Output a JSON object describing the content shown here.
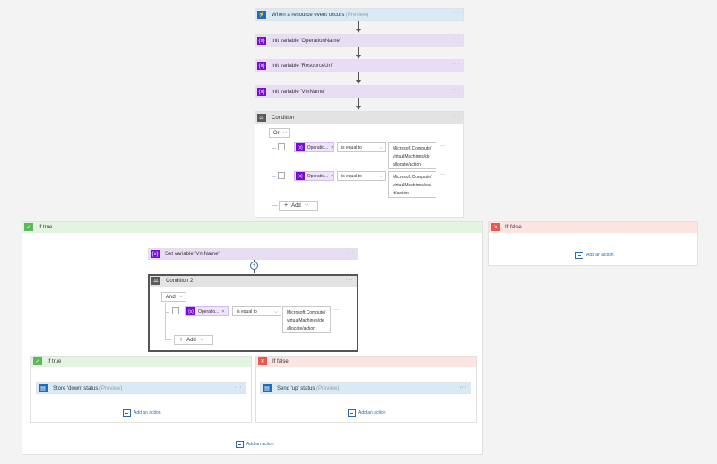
{
  "trigger": {
    "title": "When a resource event occurs",
    "badge": "(Preview)",
    "icon": "event-grid-icon",
    "color": "#1f6bbf"
  },
  "steps": [
    {
      "title": "Init variable 'OperationName'",
      "icon": "variable-icon"
    },
    {
      "title": "Init variable 'ResourceUri'",
      "icon": "variable-icon"
    },
    {
      "title": "Init variable 'VmName'",
      "icon": "variable-icon"
    }
  ],
  "condition1": {
    "title": "Condition",
    "group_op": "Or",
    "rows": [
      {
        "token": "Operatio...",
        "op": "is equal to",
        "value": "Microsoft.Compute/virtualMachines/deallocate/action"
      },
      {
        "token": "Operatio...",
        "op": "is equal to",
        "value": "Microsoft.Compute/virtualMachines/start/action"
      }
    ],
    "add_label": "Add"
  },
  "if_true": {
    "title": "If true",
    "set_variable": "Set variable 'VmName'",
    "condition2": {
      "title": "Condition 2",
      "group_op": "And",
      "rows": [
        {
          "token": "Operatio...",
          "op": "is equal to",
          "value": "Microsoft.Compute/virtualMachines/deallocate/action"
        }
      ],
      "add_label": "Add"
    },
    "inner_true": {
      "title": "If true",
      "action": "Store 'down' status",
      "badge": "(Preview)",
      "add_action": "Add an action"
    },
    "inner_false": {
      "title": "If false",
      "action": "Send 'up' status",
      "badge": "(Preview)",
      "add_action": "Add an action"
    },
    "add_action": "Add an action"
  },
  "if_false": {
    "title": "If false",
    "add_action": "Add an action"
  },
  "colors": {
    "variable": "#770bd6",
    "true": "#5cb85c",
    "false": "#e8584f",
    "link": "#2a6ab4"
  },
  "symbols": {
    "more": "···",
    "chevron": "⌵",
    "plus": "+",
    "close": "×",
    "check": "✓",
    "cross": "✕",
    "var": "{x}"
  }
}
